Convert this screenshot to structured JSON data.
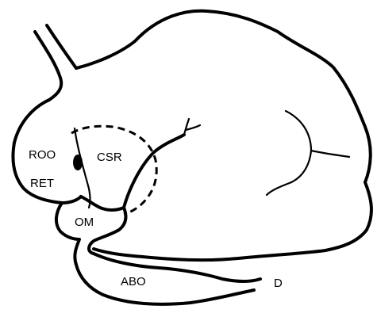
{
  "labels": {
    "roo": "ROO",
    "ret": "RET",
    "csr": "CSR",
    "om": "OM",
    "abo": "ABO",
    "d": "D"
  },
  "colors": {
    "stroke": "#000000",
    "background": "#ffffff"
  }
}
